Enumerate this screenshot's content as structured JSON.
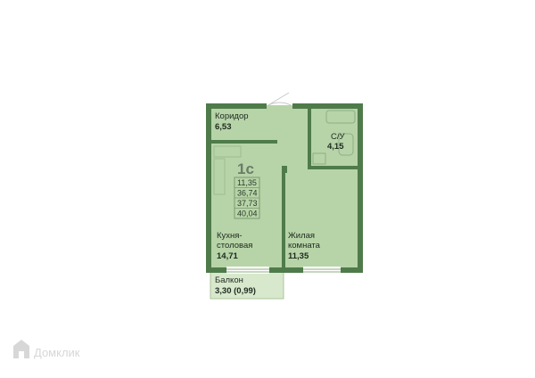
{
  "plan": {
    "type_label": "1с",
    "areas_summary": [
      "11,35",
      "36,74",
      "37,73",
      "40,04"
    ],
    "rooms": {
      "corridor": {
        "name": "Коридор",
        "area": "6,53"
      },
      "bathroom": {
        "name": "С/У",
        "area": "4,15"
      },
      "kitchen": {
        "name_line1": "Кухня-",
        "name_line2": "столовая",
        "area": "14,71"
      },
      "living": {
        "name_line1": "Жилая",
        "name_line2": "комната",
        "area": "11,35"
      },
      "balcony": {
        "name": "Балкон",
        "area": "3,30 (0,99)"
      }
    },
    "colors": {
      "wall": "#4f7b4a",
      "floor": "#b7d4a8",
      "balcony_floor": "#d7e8cc"
    }
  },
  "watermark": {
    "text": "Домклик"
  }
}
